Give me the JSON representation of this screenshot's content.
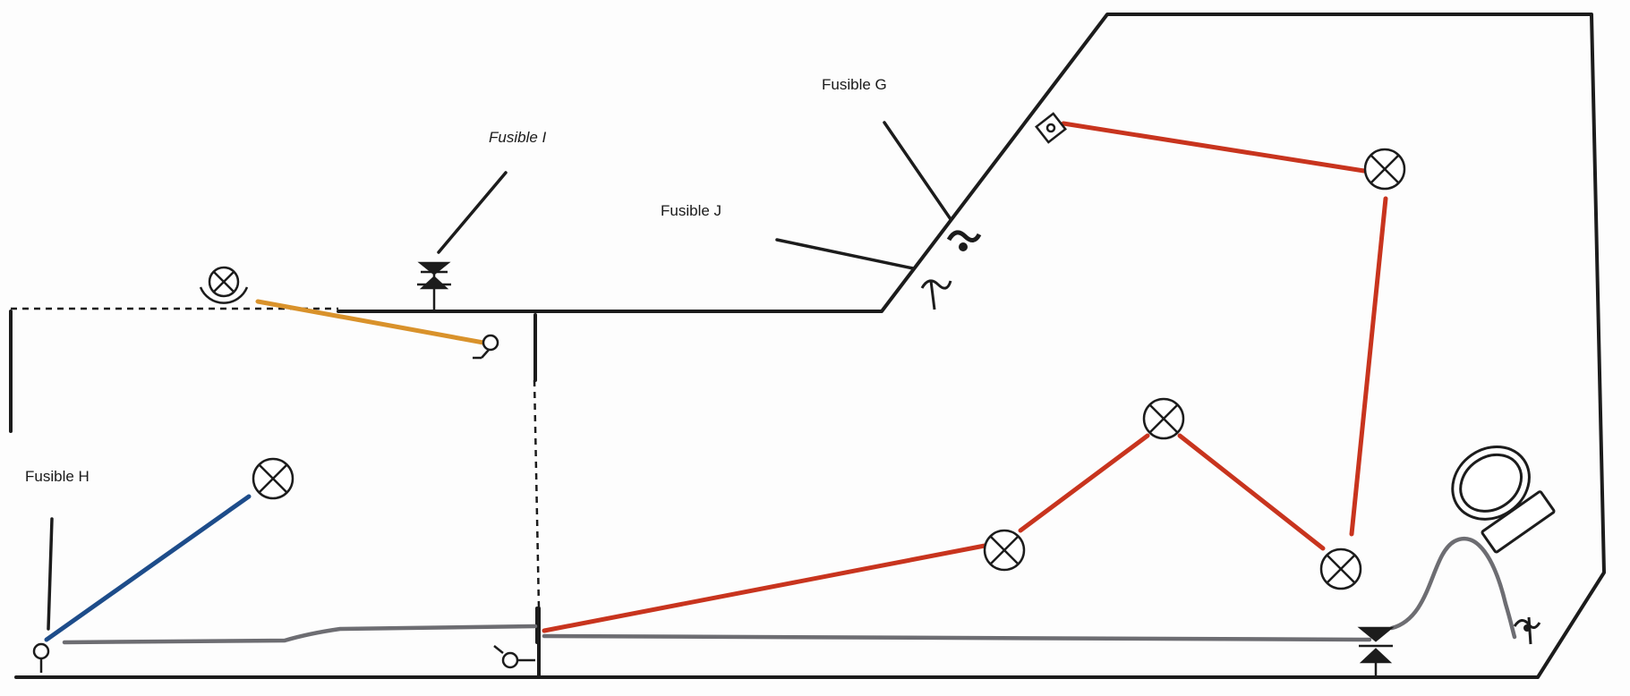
{
  "labels": {
    "fusible_g": "Fusible G",
    "fusible_i": "Fusible I",
    "fusible_j": "Fusible J",
    "fusible_h": "Fusible H"
  },
  "colors": {
    "outline": "#1c1c1c",
    "red_circuit": "#c8341e",
    "orange_circuit": "#d9922b",
    "blue_circuit": "#1d4c8a",
    "grey_circuit": "#6d6d72"
  }
}
